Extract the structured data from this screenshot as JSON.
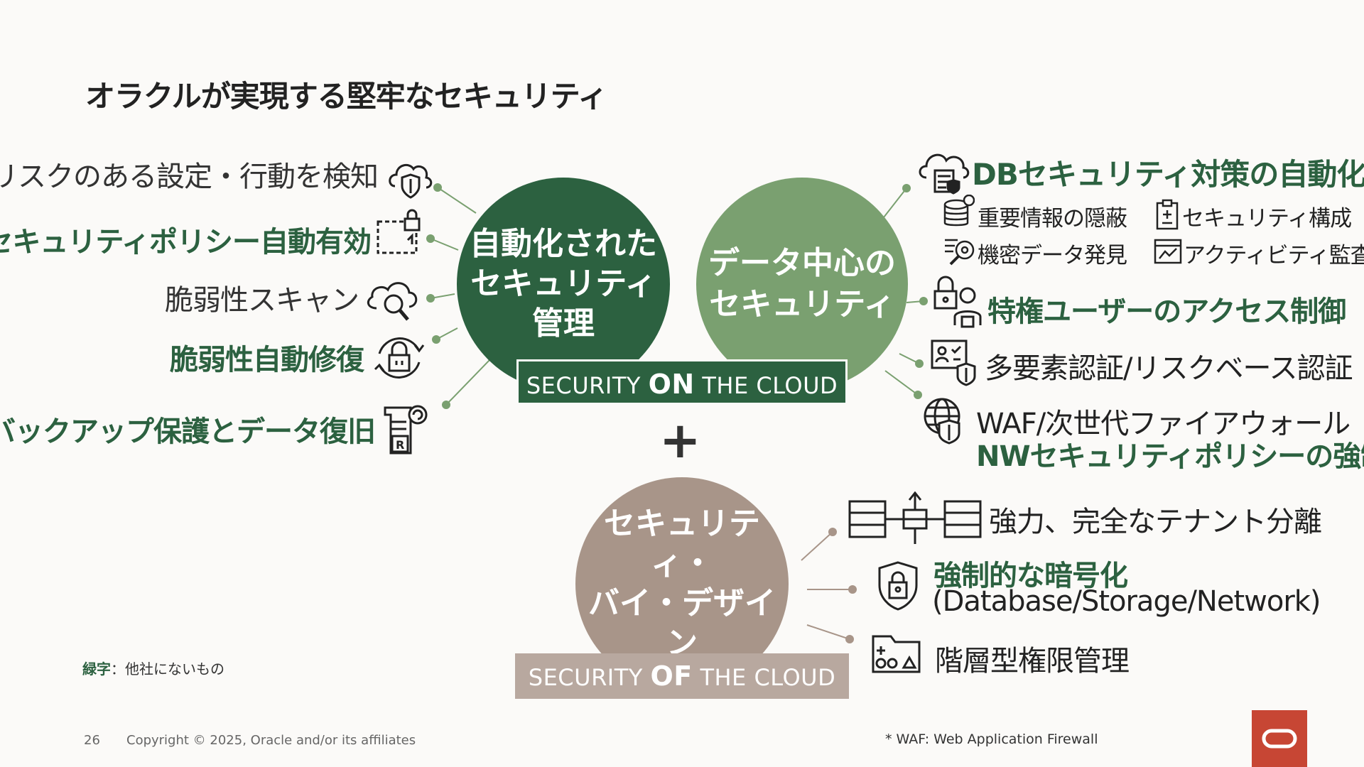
{
  "title": "オラクルが実現する堅牢なセキュリティ",
  "left_items": [
    {
      "text": "リスクのある設定・行動を検知",
      "icon": "cloud-shield-icon",
      "highlight": false
    },
    {
      "text": "セキュリティポリシー自動有効",
      "icon": "lock-frame-icon",
      "highlight": true
    },
    {
      "text": "脆弱性スキャン",
      "icon": "cloud-magnifier-icon",
      "highlight": false
    },
    {
      "text": "脆弱性自動修復",
      "icon": "lock-cycle-icon",
      "highlight": true
    },
    {
      "text": "バックアップ保護とデータ復旧",
      "icon": "backup-restore-icon",
      "highlight": true
    }
  ],
  "circles": {
    "managed": {
      "lines": [
        "自動化された",
        "セキュリティ",
        "管理"
      ],
      "color": "#2c6140"
    },
    "data_centric": {
      "lines": [
        "データ中心の",
        "セキュリティ"
      ],
      "color": "#7aa070"
    },
    "by_design": {
      "lines": [
        "セキュリティ・",
        "バイ・デザイン"
      ],
      "color": "#a89589"
    }
  },
  "banner_on": {
    "pre": "SECURITY ",
    "bold": "ON",
    "post": " THE CLOUD",
    "color": "#2c6140"
  },
  "banner_of": {
    "pre": "SECURITY ",
    "bold": "OF",
    "post": " THE CLOUD",
    "color": "#b8a89f"
  },
  "plus": "+",
  "right_top": {
    "heading": "DBセキュリティ対策の自動化",
    "sub_items": [
      "重要情報の隠蔽",
      "セキュリティ構成",
      "機密データ発見",
      "アクティビティ監査"
    ],
    "item2": "特権ユーザーのアクセス制御",
    "item3": "多要素認証/リスクベース認証",
    "item4_line1": "WAF/次世代ファイアウォール",
    "item4_line2": "NWセキュリティポリシーの強制"
  },
  "right_bottom": {
    "item1": "強力、完全なテナント分離",
    "item2_line1": "強制的な暗号化",
    "item2_line2": "(Database/Storage/Network)",
    "item3": "階層型権限管理"
  },
  "legend": {
    "key": "緑字",
    "text": "：他社にないもの"
  },
  "footnote": "* WAF: Web Application Firewall",
  "footer": {
    "page": "26",
    "copyright": "Copyright © 2025, Oracle and/or its affiliates"
  },
  "colors": {
    "green": "#2c6140",
    "light_green": "#7aa070",
    "taupe": "#a89589",
    "oracle_red": "#c74634"
  }
}
